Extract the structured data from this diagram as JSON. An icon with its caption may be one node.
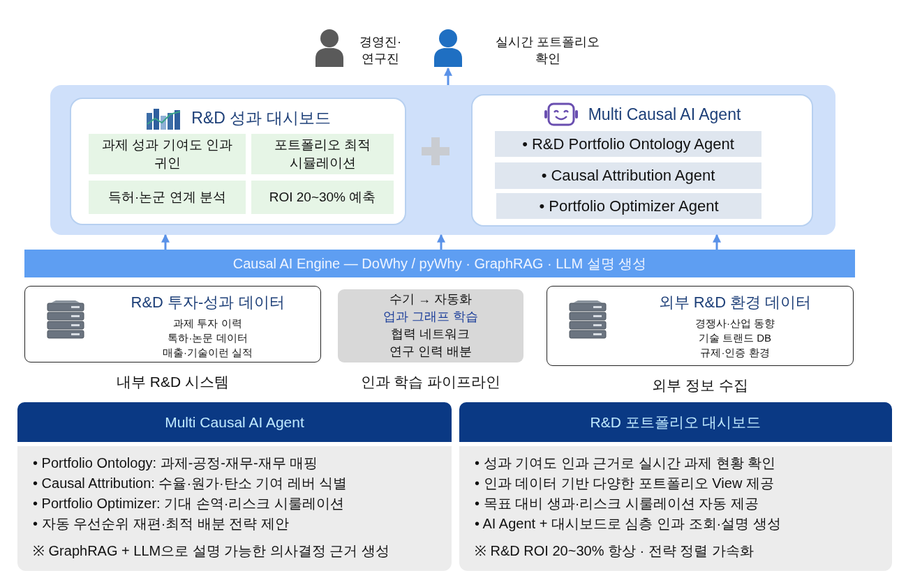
{
  "diagram": {
    "nodes": [
      {
        "text": [],
        "shape": "box"
      },
      {
        "text": [
          "R&D 성과 대시보드"
        ],
        "in": 0
      },
      {
        "text": [
          "과제 성과 기여도 인과 귀인"
        ],
        "in": 1
      },
      {
        "text": [
          "포트폴리오 최적 시뮬레이션"
        ],
        "in": 1
      },
      {
        "text": [
          "득허·논군 연계 분석"
        ],
        "in": 1
      },
      {
        "text": [
          "ROI 20~30% 예축"
        ],
        "in": 1
      },
      {
        "text": [
          "Multi Causal AI Agent"
        ],
        "in": 0
      },
      {
        "text": [
          "• R&D Portfolio Ontology Agent"
        ],
        "in": 6
      },
      {
        "text": [
          "• Causal Attribution Agent"
        ],
        "in": 6
      },
      {
        "text": [
          "• Portfolio Optimizer Agent"
        ],
        "in": 6
      },
      {
        "text": [
          "Causal AI Engine — DoWhy / pyWhy · GraphRAG · LLM 설명 생성"
        ]
      },
      {
        "text": [
          "R&D 투자-성과 데이터",
          "과제 투자 이력",
          "톡하·논문 데이터",
          "매출·기술이런 실적"
        ],
        "beside": [
          "내부 R&D 시스템"
        ]
      },
      {
        "text": [
          "수기 → 자동화",
          "업과 그래프 학습",
          "협력 네트워크",
          "연구 인력 배분"
        ],
        "beside": [
          "인과 학습 파이프라인"
        ]
      },
      {
        "text": [
          "외부 R&D 환경 데이터",
          "경쟁사·산업 동향",
          "기술 트랜드 DB",
          "규제·인증 환경"
        ],
        "beside": [
          "외부 정보 수집"
        ]
      },
      {
        "text": [
          "Multi Causal AI Agent",
          "• Portfolio Ontology: 과제-공정-재무-재무 매핑",
          "• Causal Attribution: 수율·원가·탄소 기여 레버 식별",
          "• Portfolio Optimizer: 기대 손역·리스크 시룰레이션",
          "• 자동 우선순위 재편·최적 배분 전략 제안",
          "※ GraphRAG + LLM으로 설명 가능한 의사결정 근거 생성"
        ]
      },
      {
        "text": [
          "R&D 포트폴리오 대시보드",
          "• 성과 기여도 인과 근거로 실시간 과제 현황 확인",
          "• 인과 데이터 기반 다양한 포트폴리오 View 제공",
          "• 목표 대비 생과·리스크 시룰레이션 자동 제공",
          "• AI Agent + 대시보드로 심층 인과 조회·설명 생성",
          "※ R&D ROI 20~30% 항상 · 전략 정렬 가속화"
        ]
      },
      {
        "text": [],
        "shape": "person"
      }
    ],
    "edges": [
      {
        "from": 10,
        "to": 0,
        "arrow": "to"
      },
      {
        "from": 10,
        "to": 0,
        "arrow": "to"
      },
      {
        "from": 10,
        "to": 0,
        "arrow": "to"
      },
      {
        "from": 0,
        "to": 16,
        "arrow": "to"
      }
    ],
    "labels": [
      "경영진· 연구진",
      "실시간 포트폴리오 확인"
    ]
  }
}
